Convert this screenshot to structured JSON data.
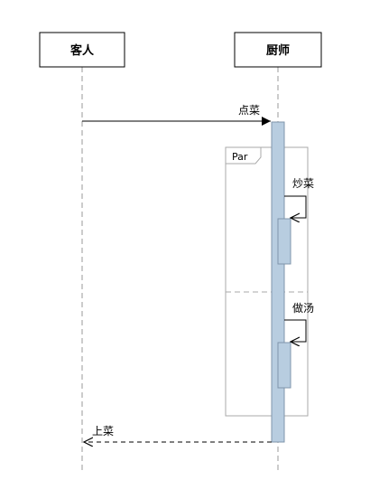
{
  "diagram": {
    "type": "sequence",
    "participants": [
      {
        "id": "customer",
        "label": "客人"
      },
      {
        "id": "chef",
        "label": "厨师"
      }
    ],
    "messages": [
      {
        "from": "customer",
        "to": "chef",
        "label": "点菜",
        "style": "solid"
      },
      {
        "from": "chef",
        "to": "chef",
        "label": "炒菜",
        "style": "self"
      },
      {
        "from": "chef",
        "to": "chef",
        "label": "做汤",
        "style": "self"
      },
      {
        "from": "chef",
        "to": "customer",
        "label": "上菜",
        "style": "dashed-return"
      }
    ],
    "fragment": {
      "operator": "Par"
    },
    "colors": {
      "activation_fill": "#b8cde0",
      "activation_stroke": "#7f95ab",
      "fragment_stroke": "#aaaaaa",
      "lifeline": "#9a9a9a",
      "line": "#000000"
    }
  }
}
